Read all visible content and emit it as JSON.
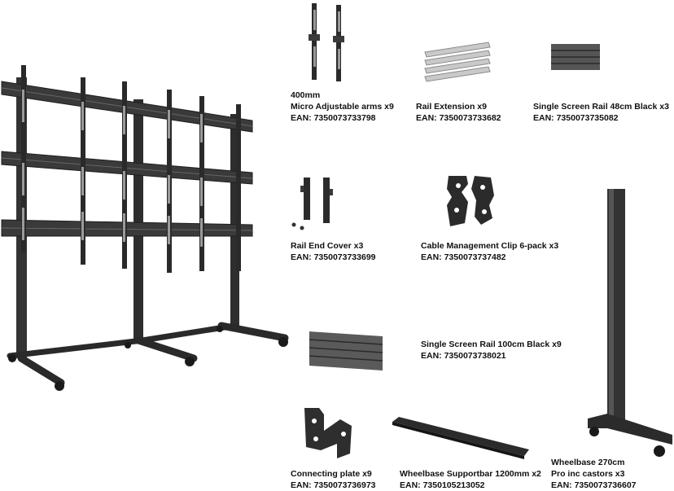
{
  "products": {
    "arms": {
      "line1": "400mm",
      "line2": "Micro Adjustable arms x9",
      "ean": "EAN: 7350073733798"
    },
    "rail_extension": {
      "name": "Rail Extension x9",
      "ean": "EAN: 7350073733682"
    },
    "rail_48": {
      "name": "Single Screen Rail 48cm Black x3",
      "ean": "EAN: 7350073735082"
    },
    "rail_end_cover": {
      "name": "Rail End Cover x3",
      "ean": "EAN: 7350073733699"
    },
    "cable_clip": {
      "name": "Cable Management Clip 6-pack x3",
      "ean": "EAN: 7350073737482"
    },
    "rail_100": {
      "name": "Single Screen Rail 100cm Black x9",
      "ean": "EAN: 7350073738021"
    },
    "connecting_plate": {
      "name": "Connecting plate x9",
      "ean": "EAN: 7350073736973"
    },
    "supportbar": {
      "name": "Wheelbase Supportbar 1200mm x2",
      "ean": "EAN: 7350105213052"
    },
    "wheelbase": {
      "line1": "Wheelbase 270cm",
      "line2": "Pro inc castors x3",
      "ean": "EAN: 7350073736607"
    }
  },
  "colors": {
    "metal_dark": "#2b2b2b",
    "metal_mid": "#4a4a4a",
    "metal_light": "#8a8a8a",
    "silver": "#b8b8b8"
  }
}
